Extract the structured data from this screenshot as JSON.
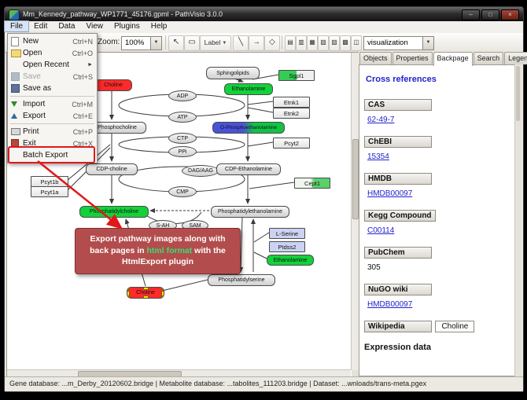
{
  "window": {
    "title": "Mm_Kennedy_pathway_WP1771_45176.gpml - PathVisio 3.0.0"
  },
  "icons": {
    "dropdown_arrow": "▼",
    "submenu_arrow": "►",
    "minimize": "–",
    "maximize": "□",
    "close": "×",
    "pointer_tool": "↖",
    "datanode_tool": "▭",
    "line_tool": "╲",
    "arrow_tool": "→",
    "shape_tool": "◇",
    "align": [
      "▤",
      "▥",
      "▦",
      "▧",
      "▨",
      "▩",
      "◫"
    ]
  },
  "menu_bar": {
    "items": [
      "File",
      "Edit",
      "Data",
      "View",
      "Plugins",
      "Help"
    ]
  },
  "file_menu": {
    "items": [
      {
        "label": "New",
        "shortcut": "Ctrl+N"
      },
      {
        "label": "Open",
        "shortcut": "Ctrl+O"
      },
      {
        "label": "Open Recent",
        "shortcut": ""
      },
      {
        "label": "Save",
        "shortcut": "Ctrl+S"
      },
      {
        "label": "Save as",
        "shortcut": ""
      },
      {
        "label": "Import",
        "shortcut": "Ctrl+M"
      },
      {
        "label": "Export",
        "shortcut": "Ctrl+E"
      },
      {
        "label": "Print",
        "shortcut": "Ctrl+P"
      },
      {
        "label": "Exit",
        "shortcut": "Ctrl+X"
      },
      {
        "label": "Batch Export",
        "shortcut": ""
      }
    ]
  },
  "toolbar": {
    "zoom_label": "Zoom:",
    "zoom_value": "100%",
    "label_button": "Label",
    "visualization": "visualization"
  },
  "panel": {
    "tabs": [
      "Objects",
      "Properties",
      "Backpage",
      "Search",
      "Legend"
    ],
    "selected_tab": "Backpage",
    "heading": "Cross references",
    "sections": [
      {
        "header": "CAS",
        "value": "62-49-7"
      },
      {
        "header": "ChEBI",
        "value": "15354"
      },
      {
        "header": "HMDB",
        "value": "HMDB00097"
      },
      {
        "header": "Kegg Compound",
        "value": "C00114"
      },
      {
        "header": "PubChem",
        "value": "305"
      },
      {
        "header": "NuGO wiki",
        "value": "HMDB00097"
      },
      {
        "header": "Wikipedia",
        "value": "Choline"
      }
    ],
    "footer_heading": "Expression data"
  },
  "pathway": {
    "nodes": [
      {
        "label": "Sphingolipids"
      },
      {
        "label": "Sgpl1"
      },
      {
        "label": "Choline"
      },
      {
        "label": "Ethanolamine"
      },
      {
        "label": "ADP"
      },
      {
        "label": "Etnk1"
      },
      {
        "label": "Etnk2"
      },
      {
        "label": "ATP"
      },
      {
        "label": "Phosphocholine"
      },
      {
        "label": "O-Phosphoethanolamine"
      },
      {
        "label": "CTP"
      },
      {
        "label": "PPi"
      },
      {
        "label": "Pcyt2"
      },
      {
        "label": "CDP-choline"
      },
      {
        "label": "DAG/AAG"
      },
      {
        "label": "CDP-Ethanolamine"
      },
      {
        "label": "Cept1"
      },
      {
        "label": "CMP"
      },
      {
        "label": "Pcyt1b"
      },
      {
        "label": "Pcyt1a"
      },
      {
        "label": "Phosphatidylcholine"
      },
      {
        "label": "S-AH"
      },
      {
        "label": "SAM"
      },
      {
        "label": "Phosphatidylethanolamine"
      },
      {
        "label": "L-Serine"
      },
      {
        "label": "Ptdss2"
      },
      {
        "label": "Ethanolamine"
      },
      {
        "label": "Phosphatidylserine"
      },
      {
        "label": "Choline"
      }
    ]
  },
  "annotation": {
    "text_before": "Export pathway images along with back pages in ",
    "highlight": "html format",
    "text_after": " with the HtmlExport plugin"
  },
  "status_bar": {
    "text": "Gene database: ...m_Derby_20120602.bridge | Metabolite database: ...tabolites_111203.bridge | Dataset: ...wnloads/trans-meta.pgex"
  },
  "colors": {
    "node_green": "#12d23a",
    "node_red": "#ff2a2a",
    "link_blue": "#2222cc",
    "annotation_bg": "#b34d4d",
    "annotation_highlight": "#35e06a",
    "callout_red": "#e01818"
  }
}
